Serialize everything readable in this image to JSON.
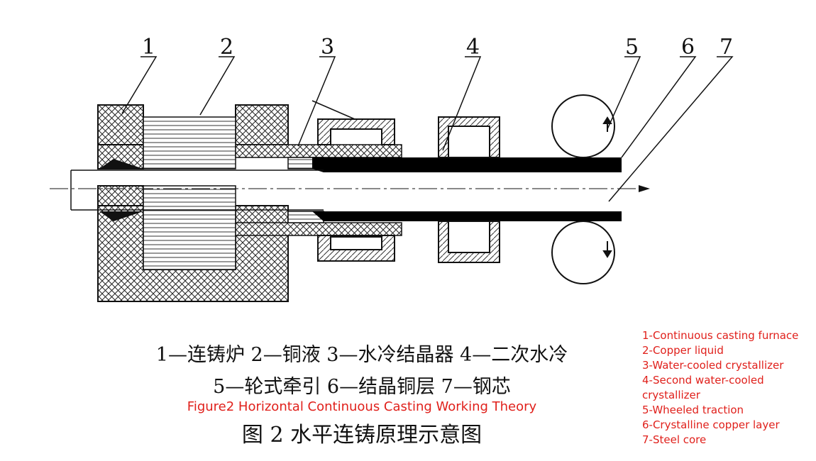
{
  "callouts": [
    "1",
    "2",
    "3",
    "4",
    "5",
    "6",
    "7"
  ],
  "legend_cn": {
    "line1": "1—连铸炉  2—铜液  3—水冷结晶器  4—二次水冷",
    "line2": "5—轮式牵引  6—结晶铜层  7—钢芯"
  },
  "caption_en": "Figure2 Horizontal Continuous Casting Working Theory",
  "caption_cn": "图 2  水平连铸原理示意图",
  "legend_en": [
    "1-Continuous casting furnace",
    "2-Copper liquid",
    "3-Water-cooled crystallizer",
    "4-Second water-cooled crystallizer",
    "5-Wheeled traction",
    "6-Crystalline copper layer",
    "7-Steel core"
  ],
  "colors": {
    "annotation_red": "#e0201b",
    "line": "#111111",
    "steel_layer": "#000000"
  }
}
